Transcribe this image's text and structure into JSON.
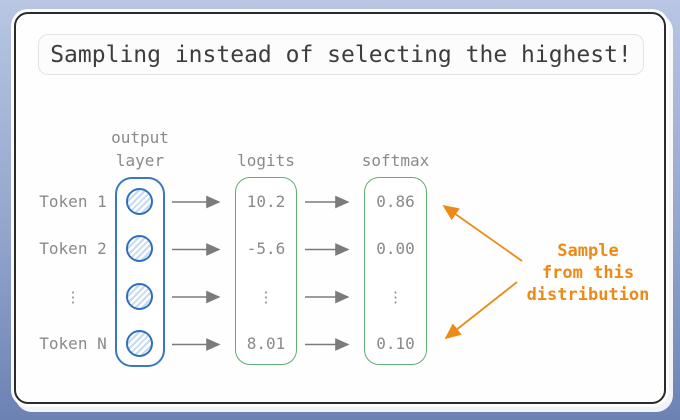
{
  "title": "Sampling instead of selecting the highest!",
  "diagram": {
    "columns": {
      "output_layer_line1": "output",
      "output_layer_line2": "layer",
      "logits": "logits",
      "softmax": "softmax"
    },
    "rows": [
      {
        "token": "Token 1",
        "logit": "10.2",
        "prob": "0.86",
        "ellipsis": false
      },
      {
        "token": "Token 2",
        "logit": "-5.6",
        "prob": "0.00",
        "ellipsis": false
      },
      {
        "token": "⋮",
        "logit": "⋮",
        "prob": "⋮",
        "ellipsis": true
      },
      {
        "token": "Token N",
        "logit": "8.01",
        "prob": "0.10",
        "ellipsis": false
      }
    ],
    "neuron_count": 4
  },
  "annotation": {
    "line1": "Sample",
    "line2": "from this",
    "line3": "distribution"
  },
  "colors": {
    "background_top": "#b9c6e3",
    "background_bottom": "#6b82b3",
    "card_border": "#2b2b2b",
    "layer_box_blue": "#3b78c4",
    "value_box_green": "#5fad72",
    "text_gray": "#8a8a8a",
    "arrow_gray": "#7b7b7b",
    "annotation_orange": "#ed8a17",
    "title_text": "#3d3d3d"
  }
}
